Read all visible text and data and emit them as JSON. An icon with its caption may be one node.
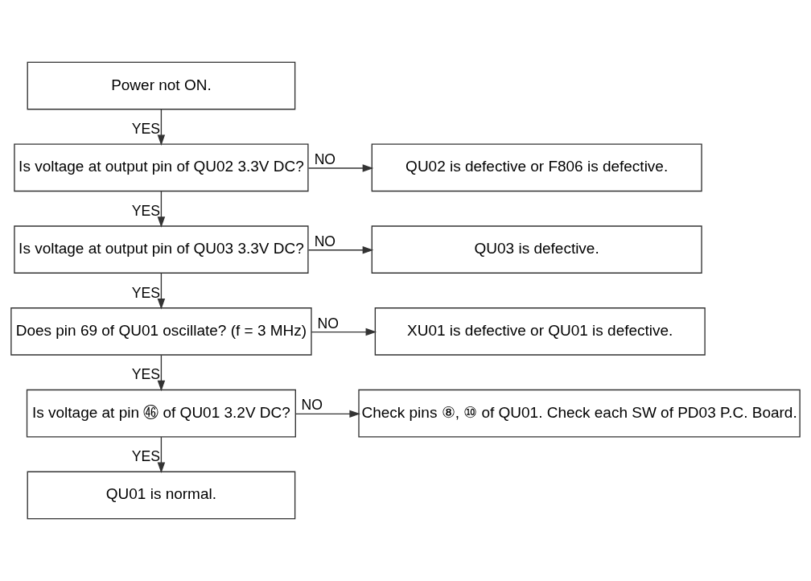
{
  "diagram": {
    "nodes": [
      {
        "text": [
          "Power not ON."
        ]
      },
      {
        "text": [
          "Is voltage at output pin of QU02 3.3V DC?"
        ]
      },
      {
        "text": [
          "QU02 is defective or F806 is defective."
        ]
      },
      {
        "text": [
          "Is voltage at output pin of QU03 3.3V DC?"
        ]
      },
      {
        "text": [
          "QU03 is defective."
        ]
      },
      {
        "text": [
          "Does pin 69 of QU01 oscillate? (f = 3 MHz)"
        ]
      },
      {
        "text": [
          "XU01 is defective or QU01 is defective."
        ]
      },
      {
        "text": [
          "Is voltage at pin ㊻ of QU01 3.2V DC?"
        ]
      },
      {
        "text": [
          "Check pins ⑧, ⑩ of QU01. Check each SW of PD03 P.C. Board."
        ]
      },
      {
        "text": [
          "QU01 is normal."
        ]
      }
    ],
    "edges": [
      {
        "from": 0,
        "to": 1,
        "arrow": "to",
        "label": "YES"
      },
      {
        "from": 1,
        "to": 2,
        "arrow": "to",
        "label": "NO"
      },
      {
        "from": 1,
        "to": 3,
        "arrow": "to",
        "label": "YES"
      },
      {
        "from": 3,
        "to": 4,
        "arrow": "to",
        "label": "NO"
      },
      {
        "from": 3,
        "to": 5,
        "arrow": "to",
        "label": "YES"
      },
      {
        "from": 5,
        "to": 6,
        "arrow": "to",
        "label": "NO"
      },
      {
        "from": 5,
        "to": 7,
        "arrow": "to",
        "label": "YES"
      },
      {
        "from": 7,
        "to": 8,
        "arrow": "to",
        "label": "NO"
      },
      {
        "from": 7,
        "to": 9,
        "arrow": "to",
        "label": "YES"
      }
    ]
  }
}
